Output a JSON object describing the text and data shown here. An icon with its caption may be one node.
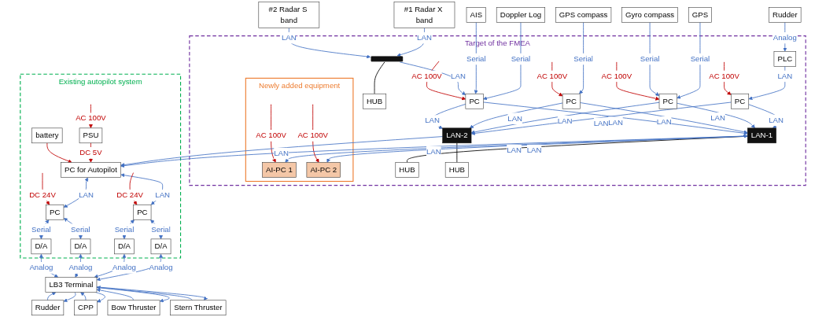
{
  "diagram": {
    "nodes": [
      {
        "text": [
          "Rudder"
        ]
      },
      {
        "text": [
          "GPS"
        ]
      },
      {
        "text": [
          "Gyro compass"
        ]
      },
      {
        "text": [
          "GPS compass"
        ]
      },
      {
        "text": [
          "Doppler Log"
        ]
      },
      {
        "text": [
          "AIS"
        ]
      },
      {
        "text": [
          "#1 Radar X band"
        ]
      },
      {
        "text": [
          "#2 Radar S band"
        ]
      },
      {
        "text": [
          "Target of the FMEA"
        ]
      },
      {
        "text": [
          "PLC"
        ],
        "in": 8
      },
      {
        "text": [],
        "shape": "bar",
        "in": 8
      },
      {
        "text": [
          "HUB"
        ],
        "in": 8
      },
      {
        "text": [
          "PC"
        ],
        "in": 8
      },
      {
        "text": [
          "PC"
        ],
        "in": 8
      },
      {
        "text": [
          "PC"
        ],
        "in": 8
      },
      {
        "text": [
          "PC"
        ],
        "in": 8
      },
      {
        "text": [
          "LAN-1"
        ],
        "in": 8
      },
      {
        "text": [
          "HUB"
        ],
        "in": 8
      },
      {
        "text": [
          "LAN-2"
        ],
        "in": 8
      },
      {
        "text": [
          "HUB"
        ],
        "in": 8
      },
      {
        "text": [
          "Newly added equipment"
        ],
        "in": 8
      },
      {
        "text": [
          "AI-PC 1"
        ],
        "in": 20
      },
      {
        "text": [
          "AI-PC 2"
        ],
        "in": 20
      },
      {
        "text": [
          "Existing autopilot system"
        ]
      },
      {
        "text": [
          "PC for Autopilot"
        ],
        "in": 23
      },
      {
        "text": [
          "PSU"
        ],
        "in": 23
      },
      {
        "text": [
          "battery"
        ],
        "in": 23
      },
      {
        "text": [
          "PC"
        ],
        "in": 23
      },
      {
        "text": [
          "PC"
        ],
        "in": 23
      },
      {
        "text": [
          "D/A"
        ],
        "in": 23
      },
      {
        "text": [
          "D/A"
        ],
        "in": 23
      },
      {
        "text": [
          "D/A"
        ],
        "in": 23
      },
      {
        "text": [
          "D/A"
        ],
        "in": 23
      },
      {
        "text": [
          "LB3 Terminal"
        ]
      },
      {
        "text": [
          "Rudder"
        ]
      },
      {
        "text": [
          "CPP"
        ]
      },
      {
        "text": [
          "Bow Thruster"
        ]
      },
      {
        "text": [
          "Stern Thruster"
        ]
      }
    ],
    "edges": [
      {
        "from": 0,
        "to": 9,
        "arrow": "to",
        "label": "Analog"
      },
      {
        "from": 9,
        "to": 12,
        "arrow": "to",
        "label": "LAN"
      },
      {
        "from": 1,
        "to": 13,
        "arrow": "to",
        "label": "Serial"
      },
      {
        "from": 2,
        "to": 13,
        "arrow": "to",
        "label": "Serial"
      },
      {
        "from": 3,
        "to": 14,
        "arrow": "to",
        "label": "Serial"
      },
      {
        "from": 4,
        "to": 15,
        "arrow": "to",
        "label": "Serial"
      },
      {
        "from": 5,
        "to": 15,
        "arrow": "to",
        "label": "Serial"
      },
      {
        "from": 6,
        "to": 10,
        "arrow": "to",
        "label": "LAN"
      },
      {
        "from": 7,
        "to": 10,
        "arrow": "to",
        "label": "LAN"
      },
      {
        "from": 10,
        "to": 11,
        "arrow": "none",
        "color": "#000000"
      },
      {
        "from": 10,
        "to": 15,
        "arrow": "to",
        "label": "LAN"
      },
      {
        "from": null,
        "to": 12,
        "arrow": "to",
        "label": "AC 100V",
        "color": "#c00000"
      },
      {
        "from": null,
        "to": 13,
        "arrow": "to",
        "label": "AC 100V",
        "color": "#c00000"
      },
      {
        "from": null,
        "to": 14,
        "arrow": "to",
        "label": "AC 100V",
        "color": "#c00000"
      },
      {
        "from": null,
        "to": 15,
        "arrow": "to",
        "label": "AC 100V",
        "color": "#c00000"
      },
      {
        "from": 12,
        "to": 16,
        "arrow": "to",
        "label": "LAN"
      },
      {
        "from": 12,
        "to": 18,
        "arrow": "to",
        "label": "LAN"
      },
      {
        "from": 13,
        "to": 16,
        "arrow": "to",
        "label": "LAN"
      },
      {
        "from": 13,
        "to": 18,
        "arrow": "to",
        "label": "LAN"
      },
      {
        "from": 14,
        "to": 16,
        "arrow": "to",
        "label": "LAN"
      },
      {
        "from": 14,
        "to": 18,
        "arrow": "to",
        "label": "LAN"
      },
      {
        "from": 15,
        "to": 16,
        "arrow": "to",
        "label": "LAN"
      },
      {
        "from": 15,
        "to": 18,
        "arrow": "to",
        "label": "LAN"
      },
      {
        "from": 16,
        "to": 17,
        "arrow": "none",
        "color": "#000000"
      },
      {
        "from": 18,
        "to": 19,
        "arrow": "none",
        "color": "#000000"
      },
      {
        "from": 16,
        "to": 21,
        "arrow": "both",
        "label": "LAN"
      },
      {
        "from": 16,
        "to": 22,
        "arrow": "both",
        "label": "LAN"
      },
      {
        "from": null,
        "to": 21,
        "arrow": "to",
        "label": "AC 100V",
        "color": "#c00000"
      },
      {
        "from": null,
        "to": 22,
        "arrow": "to",
        "label": "AC 100V",
        "color": "#c00000"
      },
      {
        "from": 16,
        "to": 24,
        "arrow": "to",
        "label": "LAN"
      },
      {
        "from": 18,
        "to": 24,
        "arrow": "to",
        "label": "LAN"
      },
      {
        "from": null,
        "to": 25,
        "arrow": "to",
        "label": "AC 100V",
        "color": "#c00000"
      },
      {
        "from": 25,
        "to": 24,
        "arrow": "to",
        "label": "DC 5V",
        "color": "#c00000"
      },
      {
        "from": 26,
        "to": 24,
        "arrow": "to",
        "color": "#c00000"
      },
      {
        "from": 24,
        "to": 27,
        "arrow": "both",
        "label": "LAN"
      },
      {
        "from": 24,
        "to": 28,
        "arrow": "both",
        "label": "LAN"
      },
      {
        "from": null,
        "to": 27,
        "arrow": "to",
        "label": "DC 24V",
        "color": "#c00000"
      },
      {
        "from": null,
        "to": 28,
        "arrow": "to",
        "label": "DC 24V",
        "color": "#c00000"
      },
      {
        "from": 27,
        "to": 29,
        "arrow": "both",
        "label": "Serial"
      },
      {
        "from": 27,
        "to": 30,
        "arrow": "both",
        "label": "Serial"
      },
      {
        "from": 28,
        "to": 31,
        "arrow": "both",
        "label": "Serial"
      },
      {
        "from": 28,
        "to": 32,
        "arrow": "both",
        "label": "Serial"
      },
      {
        "from": 29,
        "to": 33,
        "arrow": "both",
        "label": "Analog"
      },
      {
        "from": 30,
        "to": 33,
        "arrow": "both",
        "label": "Analog"
      },
      {
        "from": 31,
        "to": 33,
        "arrow": "both",
        "label": "Analog"
      },
      {
        "from": 32,
        "to": 33,
        "arrow": "both",
        "label": "Analog"
      },
      {
        "from": 33,
        "to": 34,
        "arrow": "to"
      },
      {
        "from": 34,
        "to": 33,
        "arrow": "to"
      },
      {
        "from": 33,
        "to": 35,
        "arrow": "to"
      },
      {
        "from": 35,
        "to": 33,
        "arrow": "to"
      },
      {
        "from": 33,
        "to": 36,
        "arrow": "to"
      },
      {
        "from": 36,
        "to": 33,
        "arrow": "to"
      },
      {
        "from": 33,
        "to": 37,
        "arrow": "to"
      },
      {
        "from": 37,
        "to": 33,
        "arrow": "to"
      }
    ]
  }
}
